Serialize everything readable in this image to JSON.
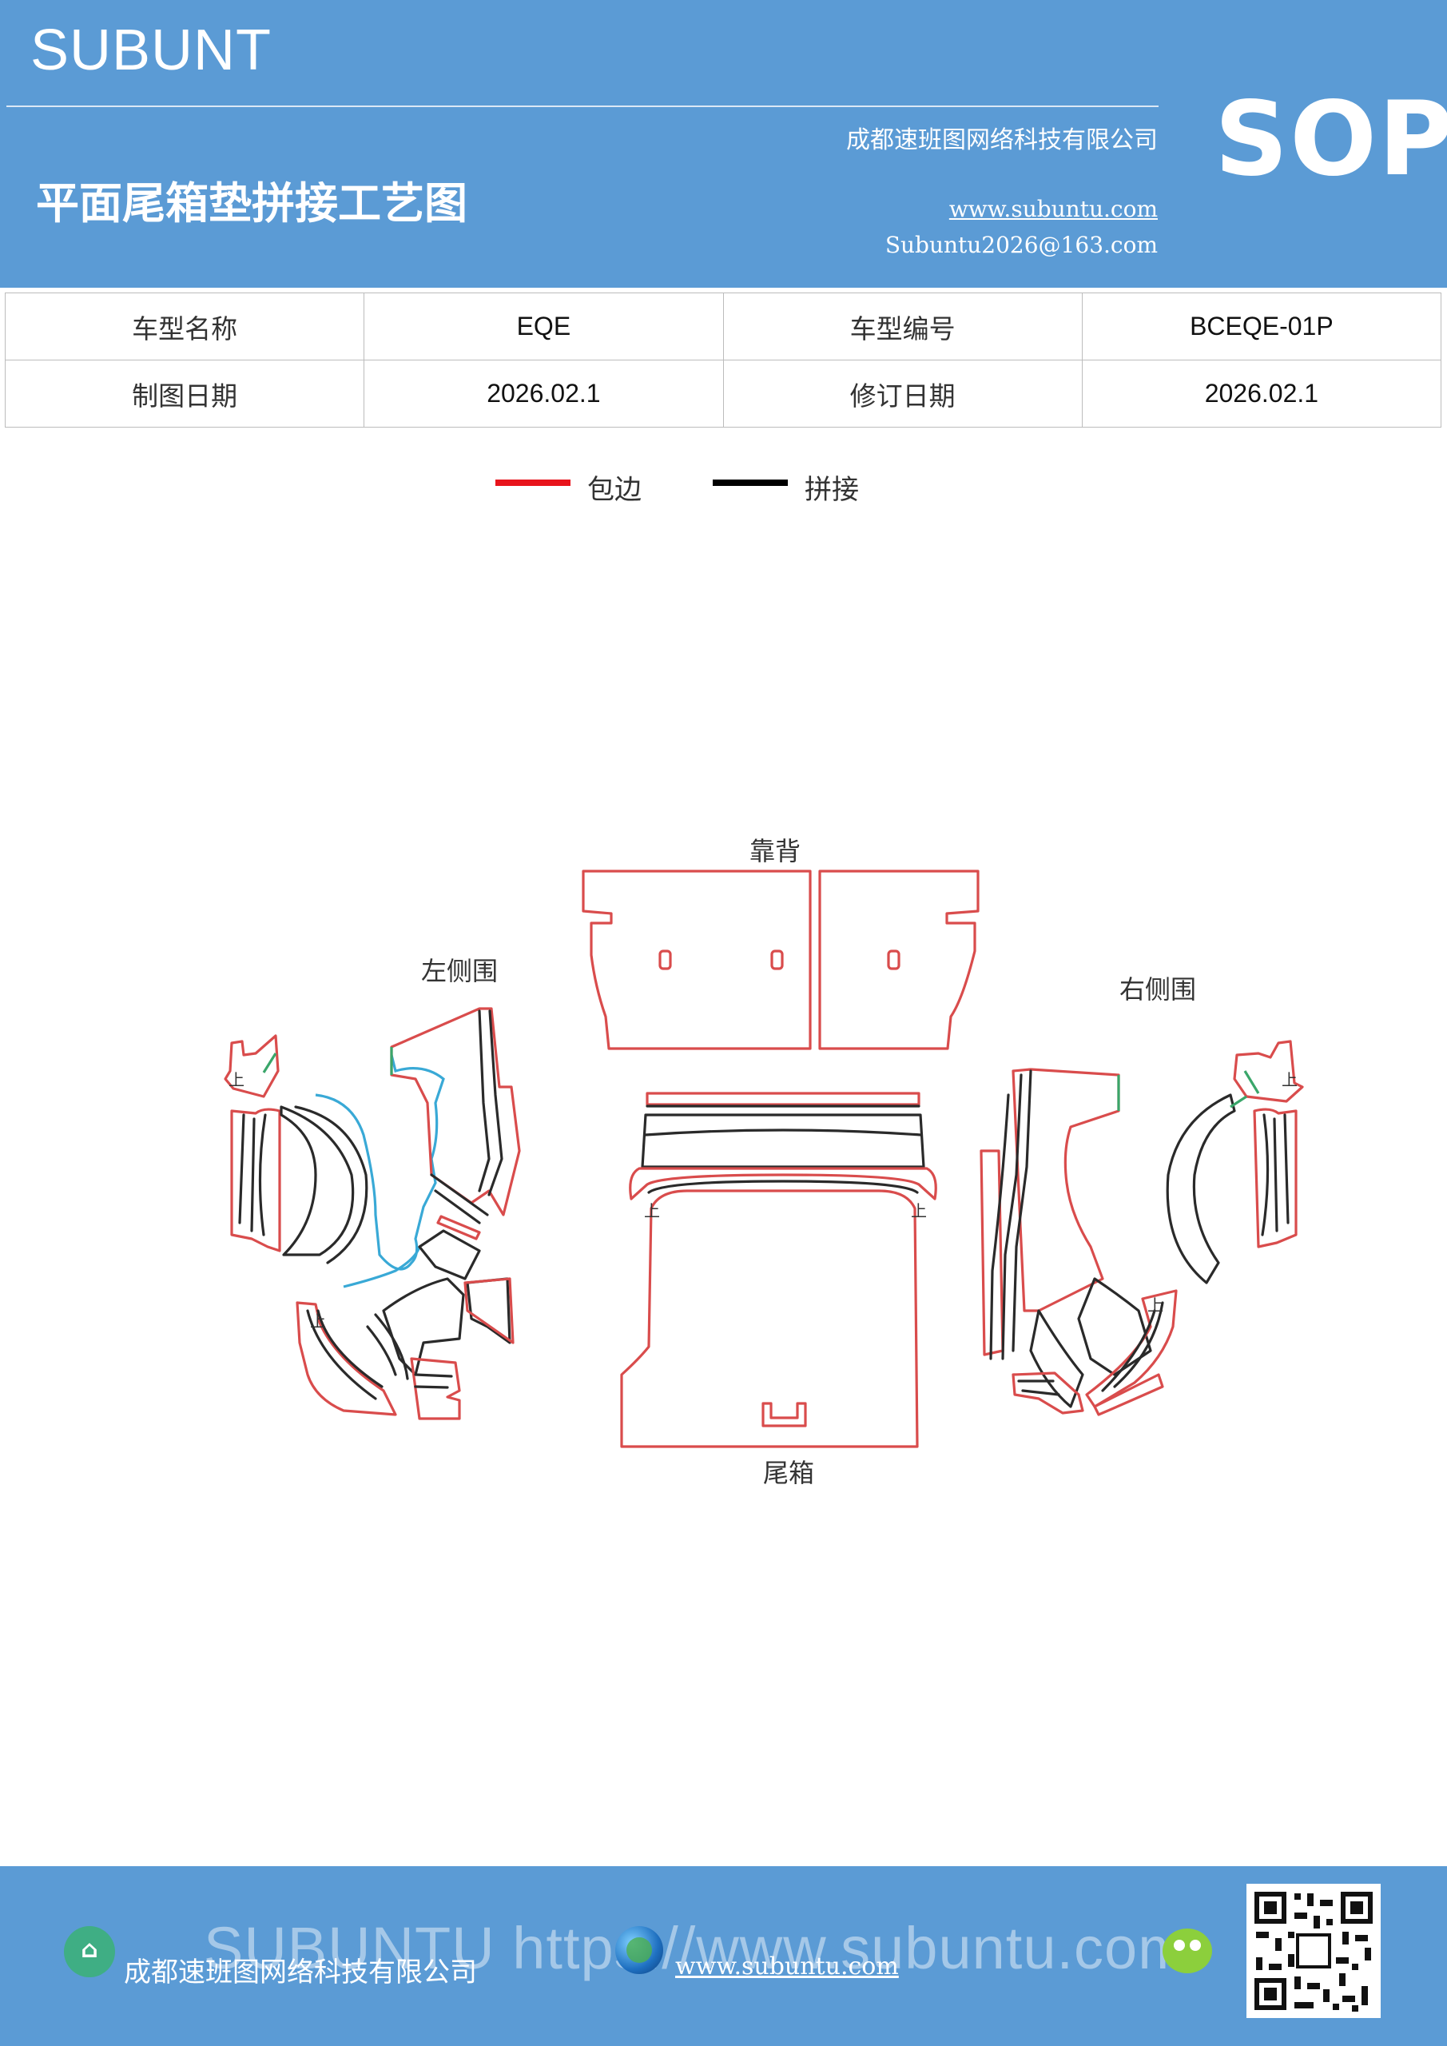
{
  "header": {
    "brand": "SUBUNT",
    "title": "平面尾箱垫拼接工艺图",
    "company": "成都速班图网络科技有限公司",
    "website": "www.subuntu.com",
    "email": "Subuntu2026@163.com",
    "badge": "SOP"
  },
  "info": {
    "rows": [
      {
        "label1": "车型名称",
        "value1": "EQE",
        "label2": "车型编号",
        "value2": "BCEQE-01P"
      },
      {
        "label1": "制图日期",
        "value1": "2026.02.1",
        "label2": "修订日期",
        "value2": "2026.02.1"
      }
    ]
  },
  "legend": {
    "items": [
      {
        "label": "包边",
        "color": "#e8141c"
      },
      {
        "label": "拼接",
        "color": "#000000"
      }
    ]
  },
  "diagram": {
    "labels": {
      "backrest": "靠背",
      "left_side": "左侧围",
      "right_side": "右侧围",
      "trunk": "尾箱"
    },
    "up_mark": "上",
    "colors": {
      "edge_binding": "#d94c4c",
      "splice": "#2a2a2a",
      "green_seam": "#3aa66a",
      "blue_seam": "#39a9d6"
    }
  },
  "footer": {
    "company": "成都速班图网络科技有限公司",
    "website": "www.subuntu.com",
    "watermark": "SUBUNTU https://www.subuntu.com",
    "icons": [
      "company-icon",
      "globe-icon",
      "wechat-icon",
      "qr-code"
    ]
  }
}
